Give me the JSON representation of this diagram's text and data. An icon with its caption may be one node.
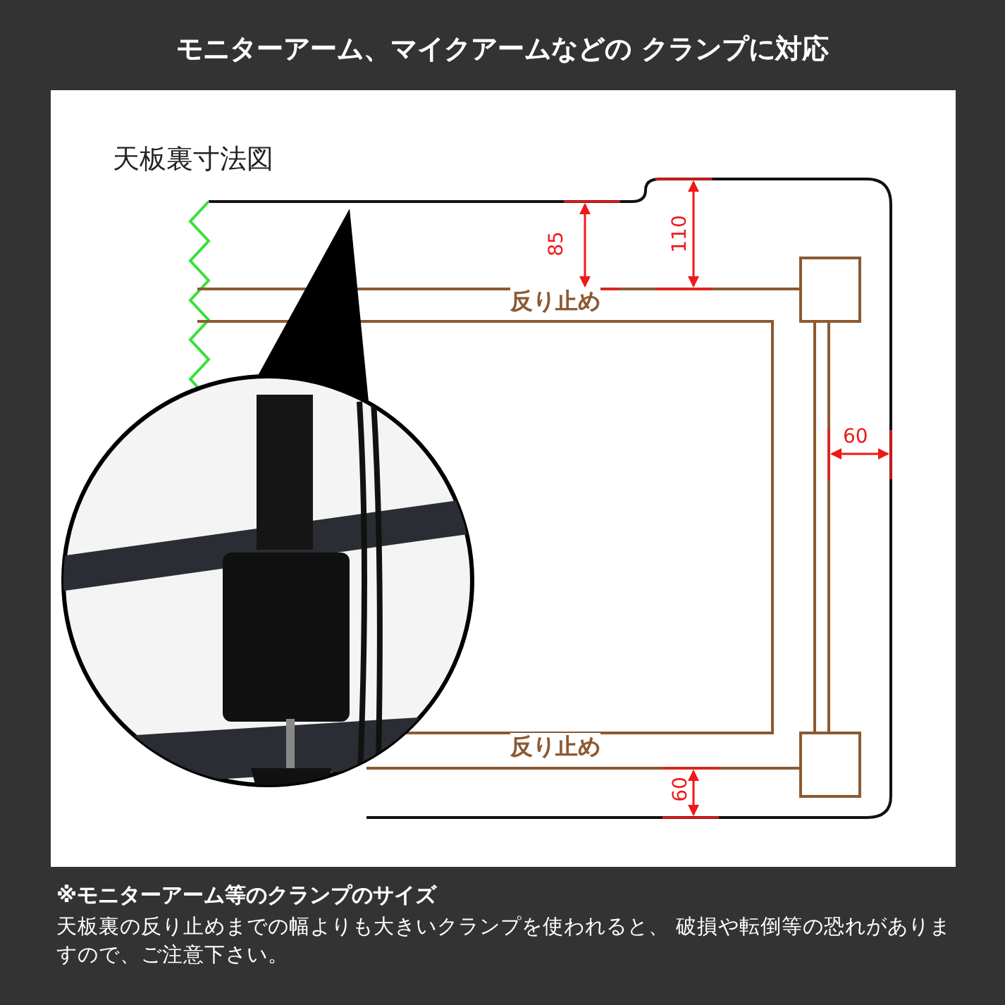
{
  "diagram": {
    "title": "モニターアーム、マイクアームなどの クランプに対応",
    "labels": [
      "天板裏寸法図",
      "85",
      "110",
      "反り止め",
      "60",
      "反り止め",
      "60",
      "※モニターアーム等のクランプのサイズ",
      "天板裏の反り止めまでの幅よりも大きいクランプを使われると、 破損や転倒等の恐れがありますので、ご注意下さい。"
    ]
  }
}
